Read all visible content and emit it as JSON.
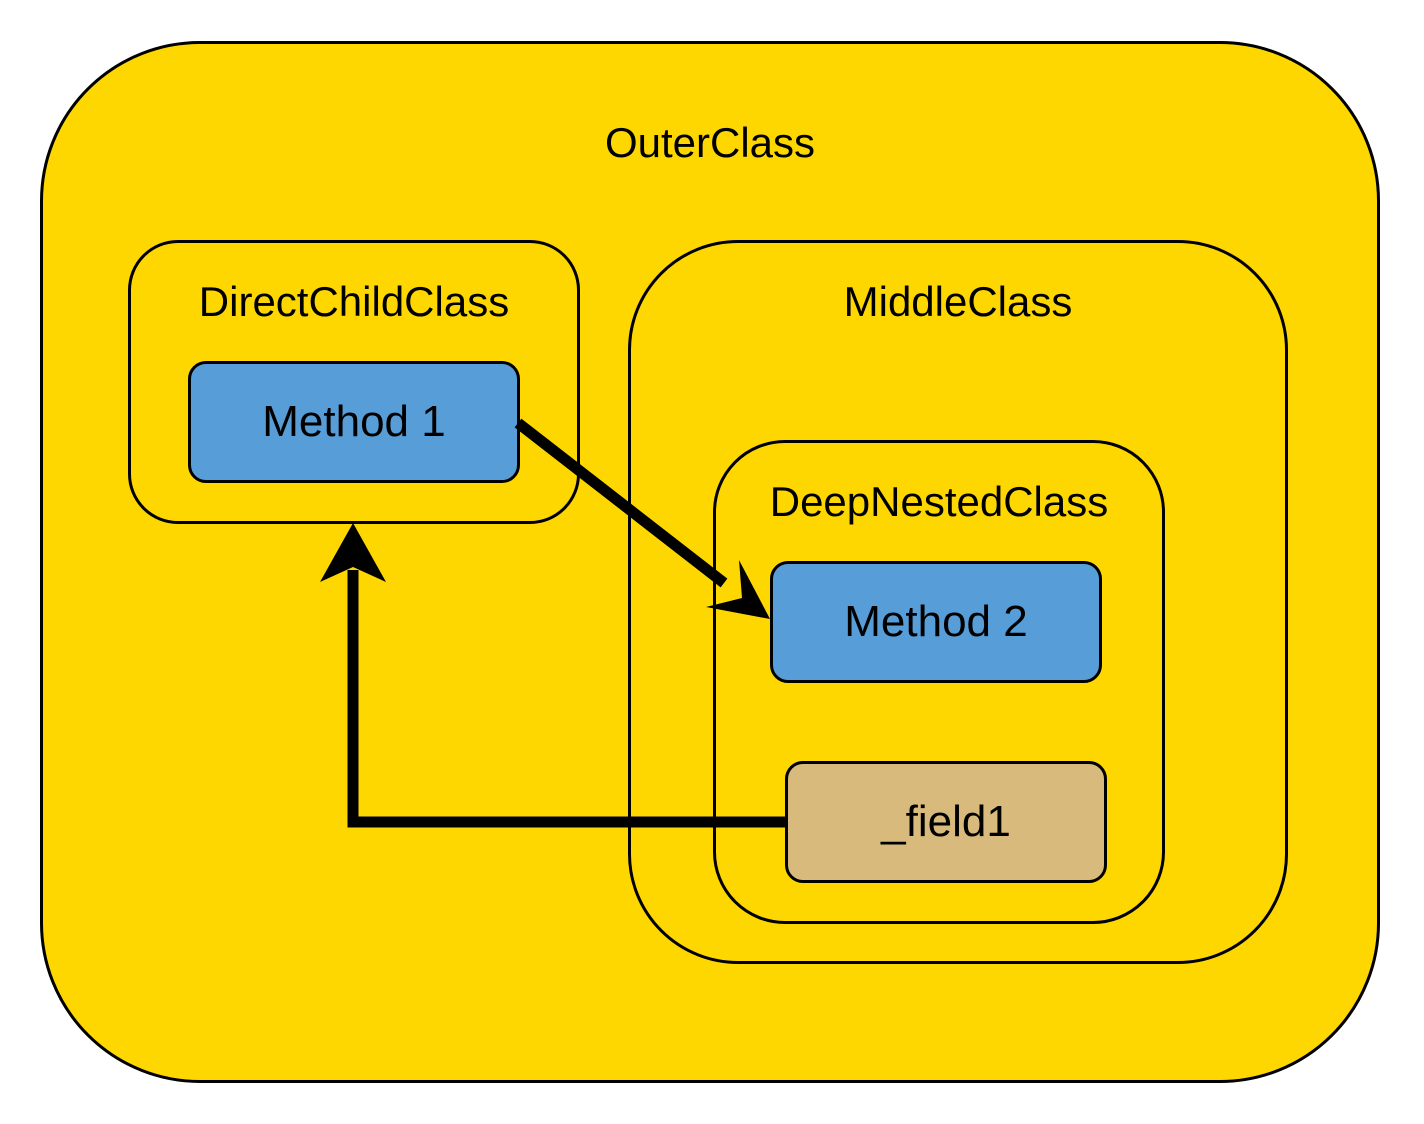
{
  "diagram": {
    "outer_class": {
      "label": "OuterClass"
    },
    "direct_child_class": {
      "label": "DirectChildClass",
      "method": {
        "label": "Method 1"
      }
    },
    "middle_class": {
      "label": "MiddleClass",
      "deep_nested_class": {
        "label": "DeepNestedClass",
        "method": {
          "label": "Method 2"
        },
        "field": {
          "label": "_field1"
        }
      }
    },
    "connections": [
      {
        "from": "Method 1",
        "to": "Method 2"
      },
      {
        "from": "_field1",
        "to": "DirectChildClass"
      }
    ]
  },
  "colors": {
    "class_fill": "#FFD700",
    "method_fill": "#579DD8",
    "field_fill": "#D8BA7C",
    "stroke": "#000000",
    "background": "#FFFFFF"
  }
}
